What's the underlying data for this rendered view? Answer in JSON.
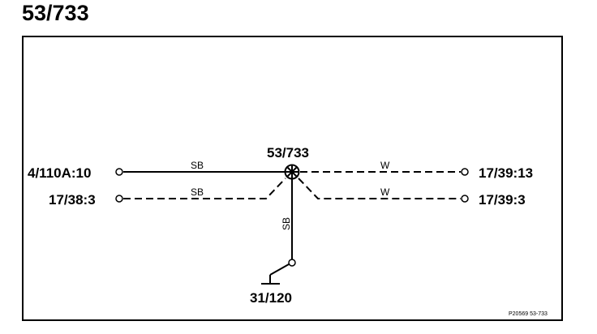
{
  "title": "53/733",
  "node": {
    "label": "53/733"
  },
  "connectors": {
    "left_top": "4/110A:10",
    "left_bottom": "17/38:3",
    "right_top": "17/39:13",
    "right_bottom": "17/39:3",
    "ground": "31/120"
  },
  "wires": {
    "left_top_color": "SB",
    "left_bottom_color": "SB",
    "right_top_color": "W",
    "right_bottom_color": "W",
    "ground_color": "SB"
  },
  "reference": "P20569  53-733"
}
